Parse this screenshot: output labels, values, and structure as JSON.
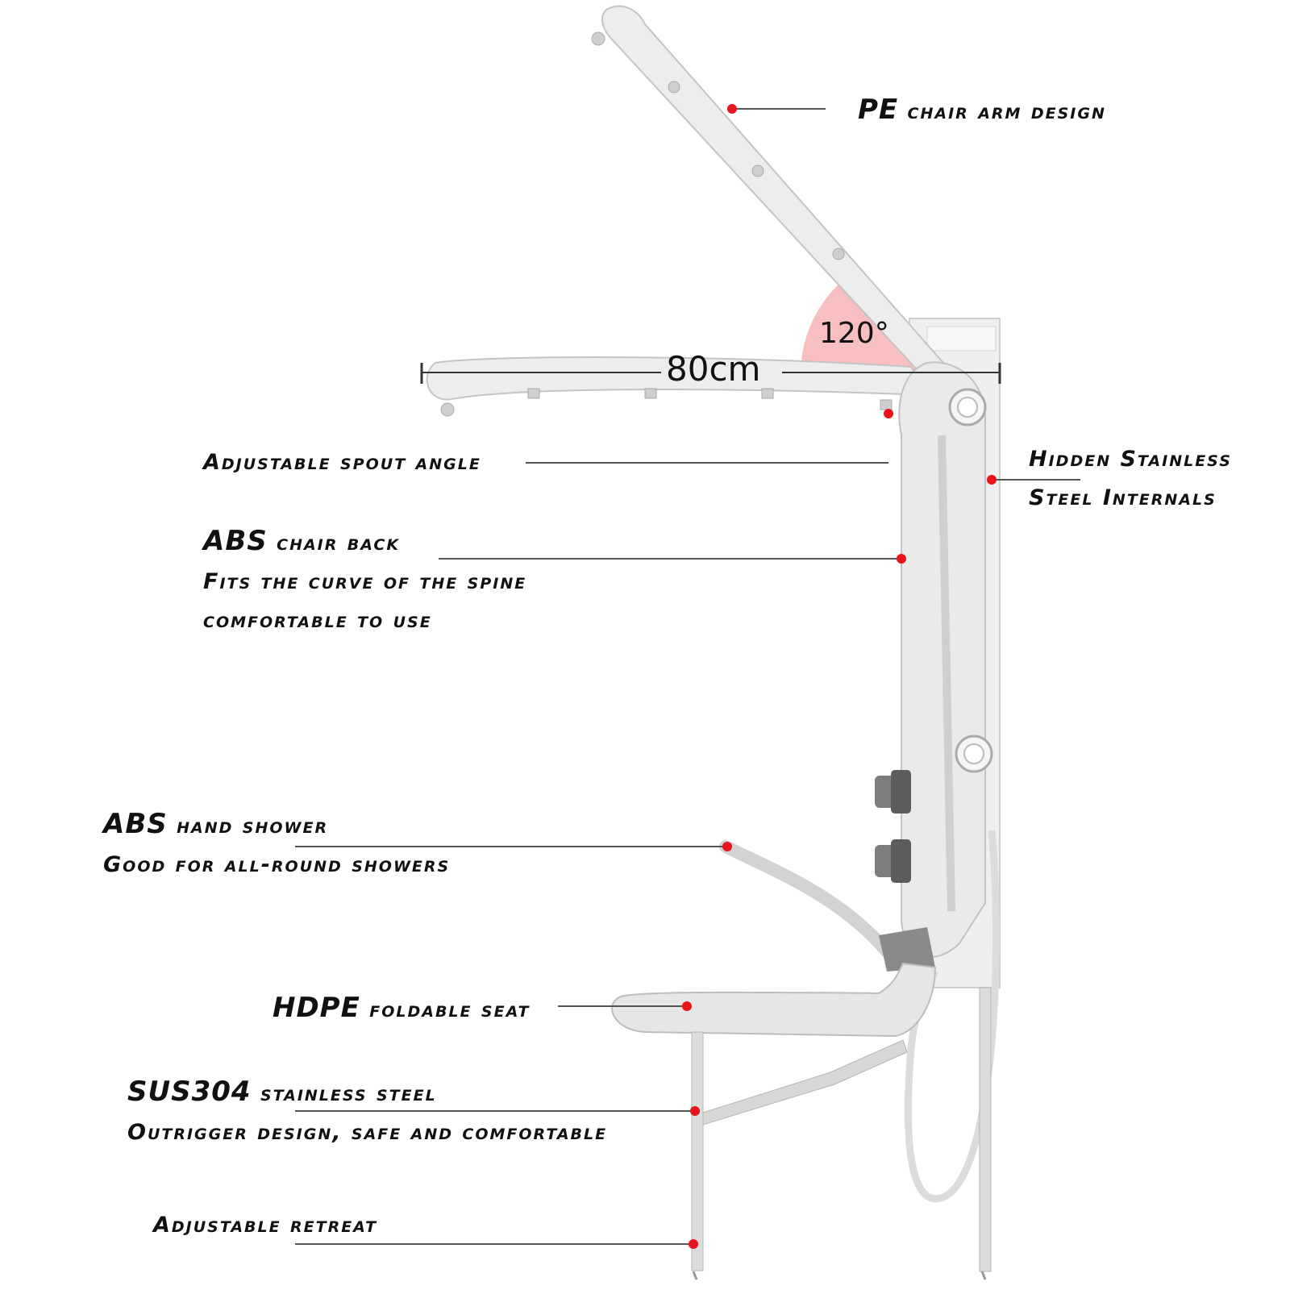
{
  "dimensions": {
    "width_label": "80cm",
    "angle_label": "120°"
  },
  "callouts": {
    "pe_arm": {
      "strong": "PE",
      "text": " chair arm design"
    },
    "spout": {
      "text": "Adjustable spout angle"
    },
    "internals": {
      "line1": "Hidden Stainless",
      "line2": "Steel Internals"
    },
    "chair_back": {
      "strong": "ABS",
      "text": " chair back",
      "line2": "Fits the curve of the spine",
      "line3": "comfortable to use"
    },
    "hand_shower": {
      "strong": "ABS",
      "text": " hand shower",
      "line2": "Good for all-round showers"
    },
    "seat": {
      "strong": "HDPE",
      "text": " foldable seat"
    },
    "steel": {
      "strong": "SUS304",
      "text": " stainless steel",
      "line2": "Outrigger design, safe and comfortable"
    },
    "retreat": {
      "text": "Adjustable retreat"
    }
  },
  "colors": {
    "dot": "#e8141c",
    "leader": "#555555",
    "angle_fill": "#f6b8b8",
    "product": "#e9e9e9",
    "product_stroke": "#c4c4c4",
    "dark_part": "#7d7d7d"
  }
}
